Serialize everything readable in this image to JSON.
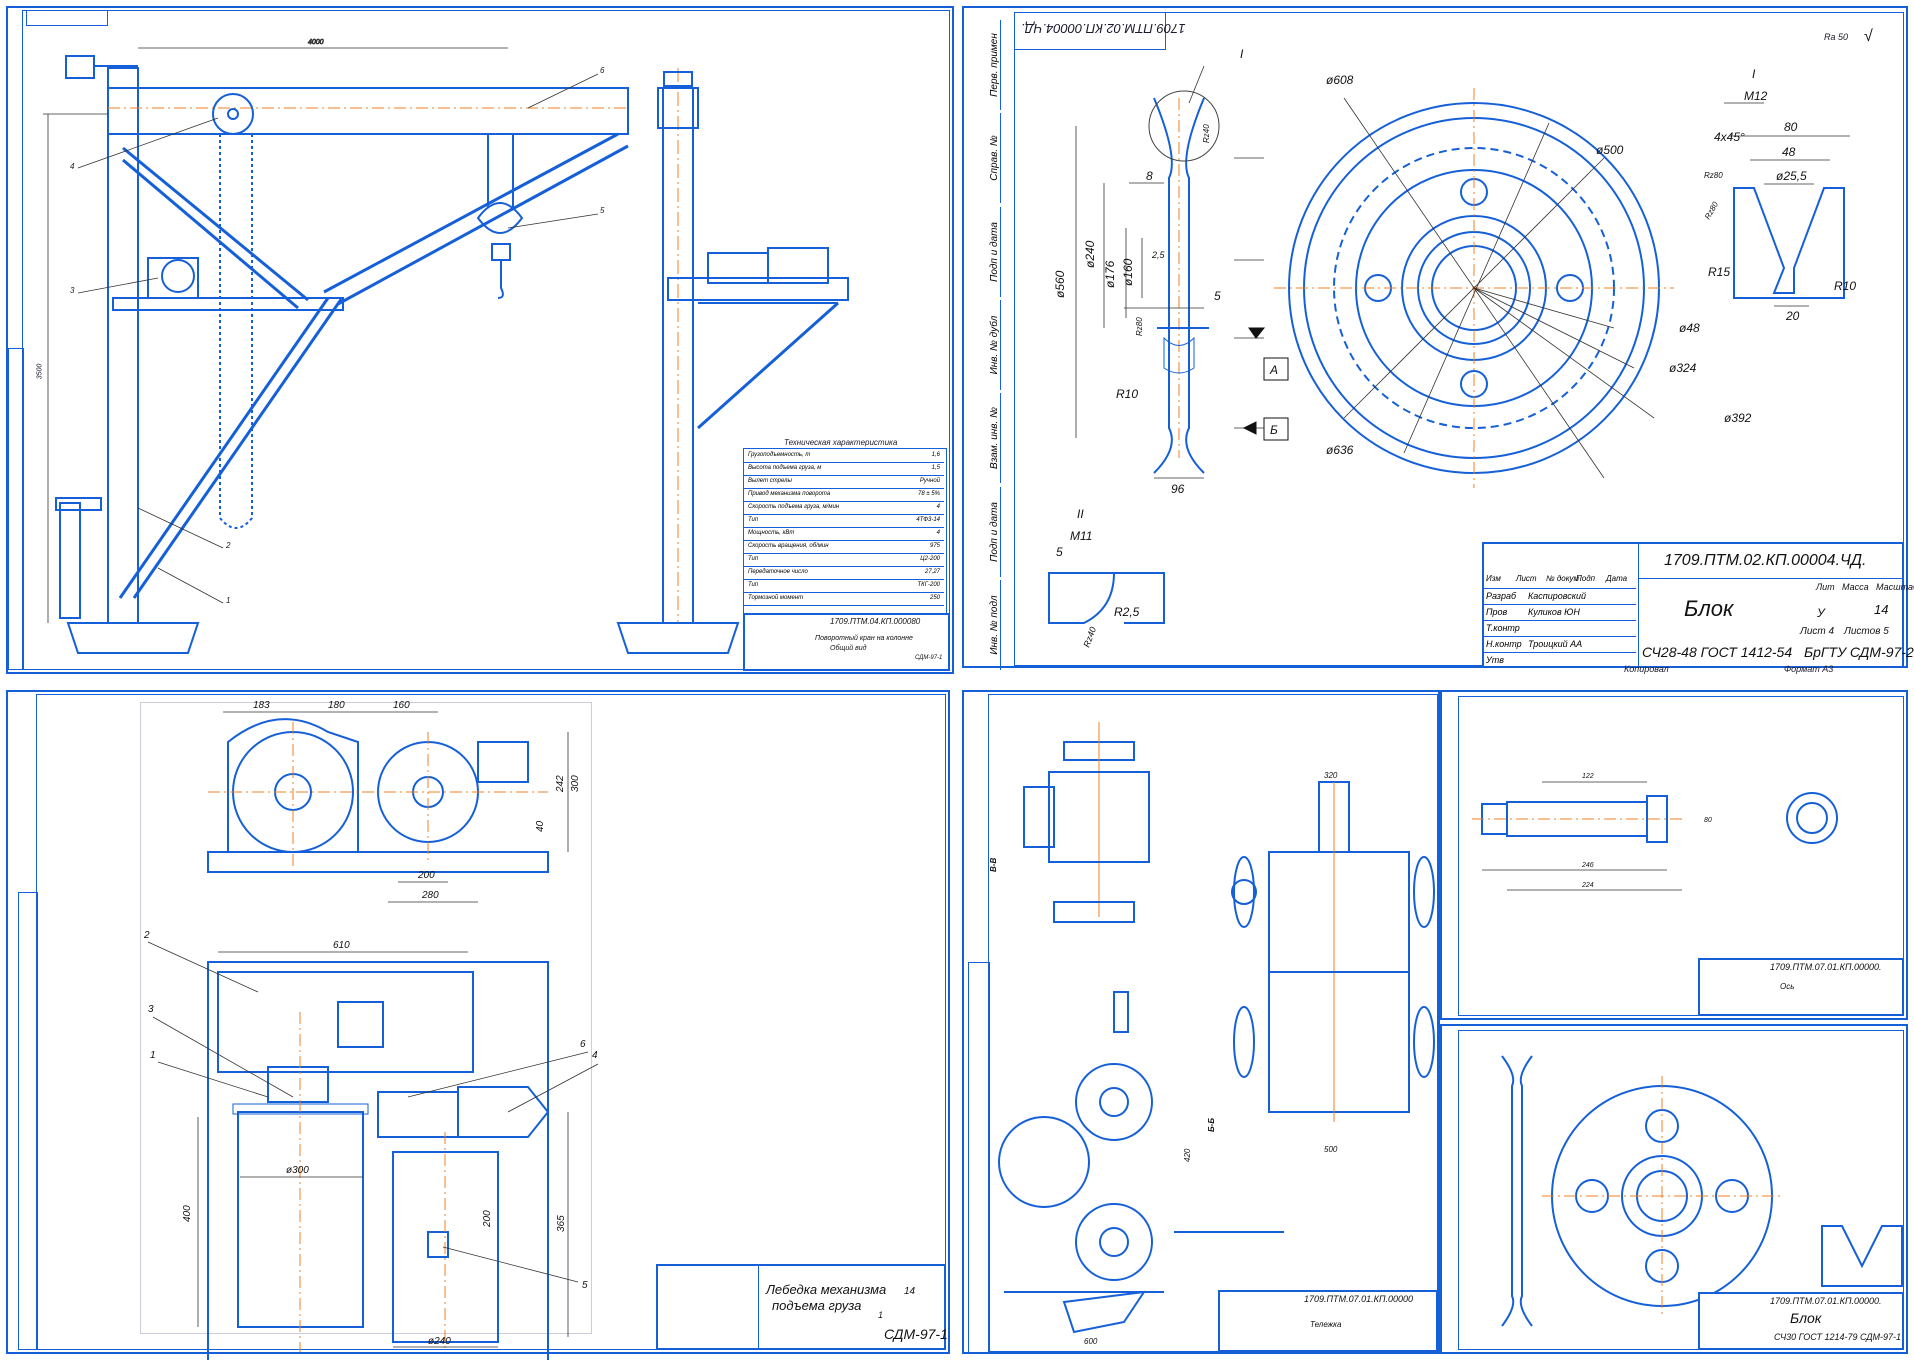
{
  "sheets": {
    "crane": {
      "assembly_code": "1709.ПТМ.04.КП.000080",
      "spec_title": "Техническая характеристика",
      "spec_rows": [
        {
          "label": "Грузоподъемность, т",
          "value": "1,6"
        },
        {
          "label": "Высота подъема груза, м",
          "value": "1,5"
        },
        {
          "label": "Вылет стрелы",
          "value": "Ручной"
        },
        {
          "label": "Привод механизма поворота",
          "value": "78 ± 5%"
        },
        {
          "label": "Скорость подъема груза, м/мин",
          "value": "4"
        },
        {
          "label": "Тип",
          "value": "4ТФ3-14"
        },
        {
          "label": "Мощность, кВт",
          "value": "4"
        },
        {
          "label": "Скорость вращения, об/мин",
          "value": "975"
        },
        {
          "label": "Тип",
          "value": "Ц2-200"
        },
        {
          "label": "Передаточное число",
          "value": "27,27"
        },
        {
          "label": "Тип",
          "value": "ТКГ-200"
        },
        {
          "label": "Тормозной момент",
          "value": "250"
        }
      ],
      "title_lines": [
        "Поворотный кран на колонне",
        "Общий вид"
      ],
      "sheet_info": "СДМ-97-1",
      "callouts": [
        "1",
        "2",
        "3",
        "4",
        "5",
        "6"
      ],
      "dims": {
        "reach": "4000",
        "height": "3500"
      }
    },
    "block": {
      "stamp_code": "1709.ПТМ.02.КП.00004.ЧД.",
      "title": "Блок",
      "material": "СЧ28-48 ГОСТ 1412-54",
      "org": "БрГТУ СДМ-97-2",
      "mass": "14",
      "sheet_no": "Лист 4",
      "sheets_total": "Листов 5",
      "lit": "У",
      "copied": "Копировал",
      "format": "Формат  A3",
      "roughness": "Ra 50",
      "roles": [
        {
          "role": "Разраб",
          "name": "Каспировский"
        },
        {
          "role": "Пров",
          "name": "Куликов ЮН"
        },
        {
          "role": "Т.контр",
          "name": ""
        },
        {
          "role": "Н.контр",
          "name": "Троицкий АА"
        },
        {
          "role": "Утв",
          "name": ""
        }
      ],
      "header_cells": [
        "Изм",
        "Лист",
        "№ докум",
        "Подп",
        "Дата"
      ],
      "head_labels": [
        "Лит",
        "Масса",
        "Масштаб"
      ],
      "side_labels": [
        "Перв. примен",
        "Справ. №",
        "Подп и дата",
        "Инв. № дубл",
        "Взам. инв. №",
        "Подп и дата",
        "Инв. № подл"
      ],
      "dims_left": [
        "ø560",
        "ø240",
        "ø176",
        "ø160",
        "8",
        "2,5",
        "5",
        "R10",
        "Rz40",
        "Rz80",
        "96"
      ],
      "dims_front": [
        "ø608",
        "ø500",
        "ø48",
        "ø324",
        "ø392",
        "ø636"
      ],
      "detail_I": {
        "label": "I",
        "scale": "M12",
        "dims": [
          "4х45°",
          "80",
          "48",
          "ø25,5",
          "R15",
          "R10",
          "20",
          "Rz80",
          "Rz80"
        ]
      },
      "detail_II": {
        "label": "II",
        "scale": "M11",
        "dims": [
          "5",
          "R2,5",
          "Rz40"
        ]
      },
      "datums": [
        "А",
        "Б"
      ],
      "callout": "I"
    },
    "winch": {
      "title_lines": [
        "Лебедка механизма",
        "подъема груза"
      ],
      "doc": "СДМ-97-1",
      "mass": "14",
      "sheet": "1",
      "dims_top": [
        "183",
        "180",
        "160",
        "242",
        "300",
        "40",
        "200",
        "280"
      ],
      "dims_plan": [
        "610",
        "ø300",
        "400",
        "200",
        "365",
        "ø240"
      ],
      "callouts": [
        "1",
        "2",
        "3",
        "4",
        "5",
        "6"
      ]
    },
    "hook": {
      "code": "1709.ПТМ.07.01.КП.00000",
      "title": "Тележка",
      "section_labels": [
        "В-В",
        "Б-Б"
      ],
      "dims": [
        "320",
        "500",
        "420",
        "600"
      ]
    },
    "axle": {
      "code": "1709.ПТМ.07.01.КП.00000.",
      "title": "Ось",
      "dims": [
        "122",
        "246",
        "224",
        "80"
      ]
    },
    "block_small": {
      "code": "1709.ПТМ.07.01.КП.00000.",
      "title": "Блок",
      "material": "СЧ30 ГОСТ 1214-79",
      "doc": "СДМ-97-1"
    }
  }
}
